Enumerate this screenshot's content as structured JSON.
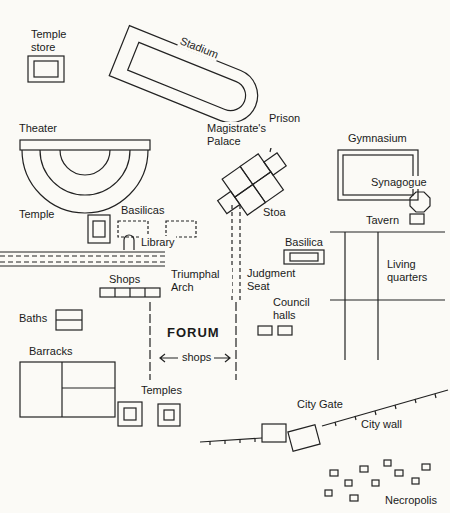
{
  "diagram": {
    "labels": [
      "Temple store",
      "Stadium",
      "Theater",
      "Magistrate's Palace",
      "Prison",
      "Gymnasium",
      "Synagogue",
      "Temple",
      "Basilicas",
      "Library",
      "Stoa",
      "Basilica",
      "Tavern",
      "Living quarters",
      "Shops",
      "Triumphal Arch",
      "Judgment Seat",
      "Council halls",
      "Baths",
      "FORUM",
      "shops",
      "Barracks",
      "Temples",
      "City Gate",
      "City wall",
      "Necropolis"
    ]
  }
}
